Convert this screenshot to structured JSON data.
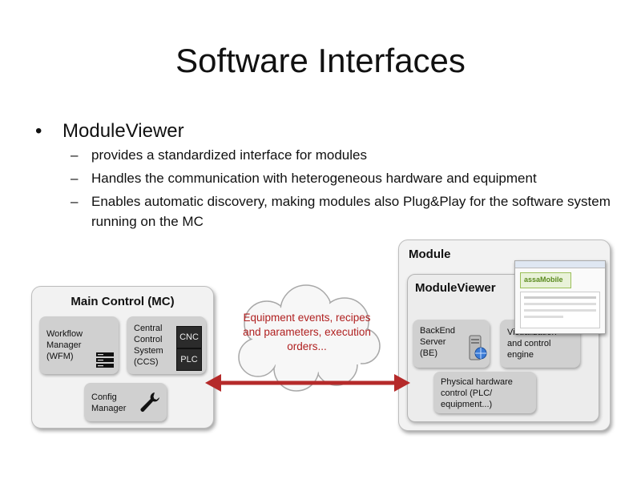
{
  "slide": {
    "title": "Software Interfaces",
    "bullet": "ModuleViewer",
    "bullet_marker": "•",
    "dash": "–",
    "subitems": [
      "provides a standardized interface for modules",
      "Handles the communication with heterogeneous hardware and equipment",
      "Enables automatic discovery, making modules also Plug&Play for the software system running on the MC"
    ]
  },
  "diagram": {
    "main_control": {
      "title": "Main Control (MC)",
      "workflow_manager": [
        "Workflow",
        "Manager",
        "(WFM)"
      ],
      "ccs": [
        "Central",
        "Control",
        "System",
        "(CCS)"
      ],
      "cnc": "CNC",
      "plc": "PLC",
      "config_manager": [
        "Config",
        "Manager"
      ]
    },
    "cloud": "Equipment events, recipes and parameters, execution orders...",
    "module": {
      "title": "Module",
      "viewer_title": "ModuleViewer",
      "backend": [
        "BackEnd",
        "Server",
        "(BE)"
      ],
      "visualization": [
        "Visualization",
        "and control",
        "engine"
      ],
      "physical": [
        "Physical hardware",
        "control (PLC/",
        "equipment...)"
      ],
      "screenshot_logo": "assaMobile"
    },
    "colors": {
      "arrow": "#b52a2a",
      "cloud_text": "#b02020",
      "box_fill": "#f2f2f2",
      "inner_fill": "#d0d0d0"
    }
  }
}
